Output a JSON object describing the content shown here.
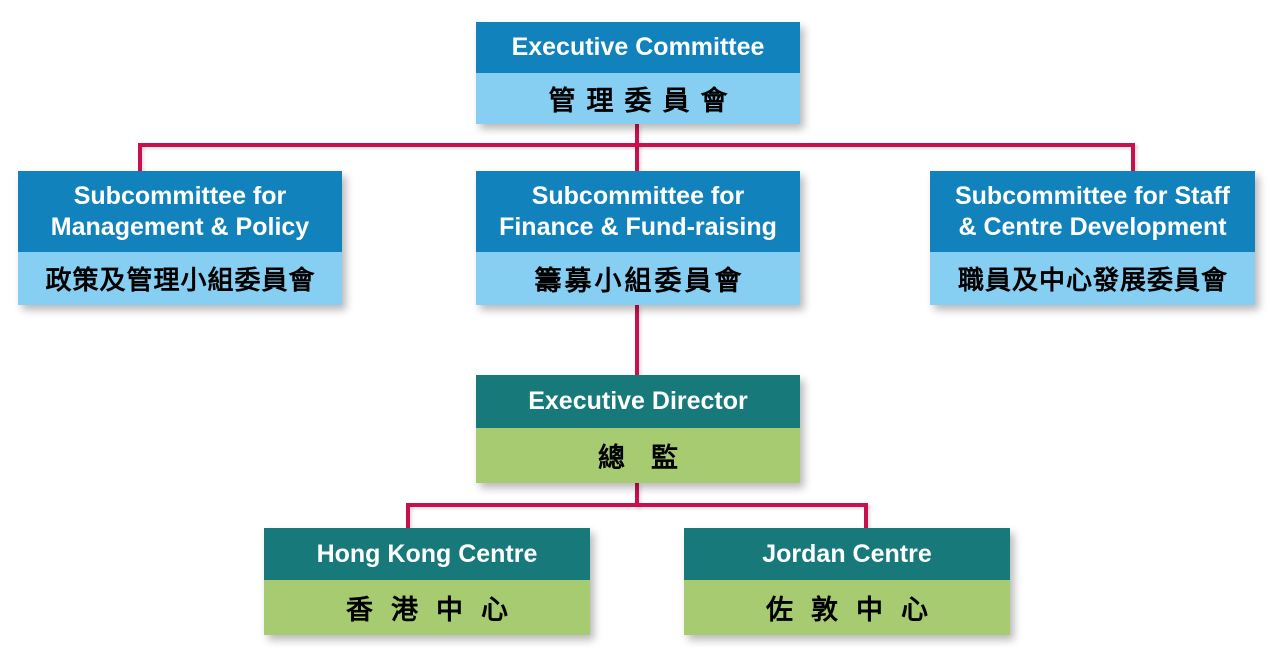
{
  "diagram": {
    "type": "org-chart",
    "colors": {
      "committee_header_bg": "#1182bc",
      "committee_body_bg": "#86cff2",
      "operations_header_bg": "#18797a",
      "operations_body_bg": "#a6cb70",
      "connector_line": "#c9104e",
      "header_text": "#ffffff",
      "body_text": "#000000"
    },
    "nodes": {
      "executive_committee": {
        "title_en": "Executive Committee",
        "title_zh": "管理委員會"
      },
      "subcommittee_management": {
        "title_en_line1": "Subcommittee for",
        "title_en_line2": "Management & Policy",
        "title_zh": "政策及管理小組委員會"
      },
      "subcommittee_finance": {
        "title_en_line1": "Subcommittee for",
        "title_en_line2": "Finance & Fund-raising",
        "title_zh": "籌募小組委員會"
      },
      "subcommittee_staff": {
        "title_en_line1": "Subcommittee for Staff",
        "title_en_line2": "& Centre Development",
        "title_zh": "職員及中心發展委員會"
      },
      "executive_director": {
        "title_en": "Executive Director",
        "title_zh": "總監"
      },
      "hong_kong_centre": {
        "title_en": "Hong Kong Centre",
        "title_zh": "香港中心"
      },
      "jordan_centre": {
        "title_en": "Jordan Centre",
        "title_zh": "佐敦中心"
      }
    }
  }
}
